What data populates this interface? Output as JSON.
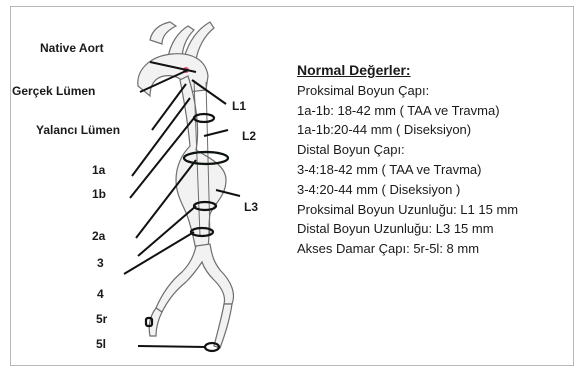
{
  "diagram": {
    "labels": {
      "native_aort": "Native Aort",
      "gercek_lumen": "Gerçek Lümen",
      "yalanci_lumen": "Yalancı Lümen",
      "l1": "L1",
      "l2": "L2",
      "l3": "L3",
      "p1a": "1a",
      "p1b": "1b",
      "p2a": "2a",
      "p3": "3",
      "p4": "4",
      "p5r": "5r",
      "p5l": "5l"
    },
    "colors": {
      "line": "#111111",
      "vessel": "#f2f2f2",
      "vessel_outline": "#6e6e6e",
      "lumen_dot": "#e0506a",
      "ring_accent": "#3bb04a"
    }
  },
  "panel": {
    "title": "Normal Değerler:",
    "lines": [
      "Proksimal Boyun Çapı:",
      "1a-1b: 18-42 mm ( TAA ve Travma)",
      "1a-1b:20-44 mm ( Diseksiyon)",
      "Distal Boyun Çapı:",
      "3-4:18-42 mm ( TAA ve Travma)",
      "3-4:20-44 mm ( Diseksiyon )",
      "Proksimal Boyun Uzunluğu: L1 15 mm",
      "Distal Boyun Uzunluğu: L3  15 mm",
      "Akses Damar Çapı: 5r-5l: 8 mm"
    ]
  }
}
